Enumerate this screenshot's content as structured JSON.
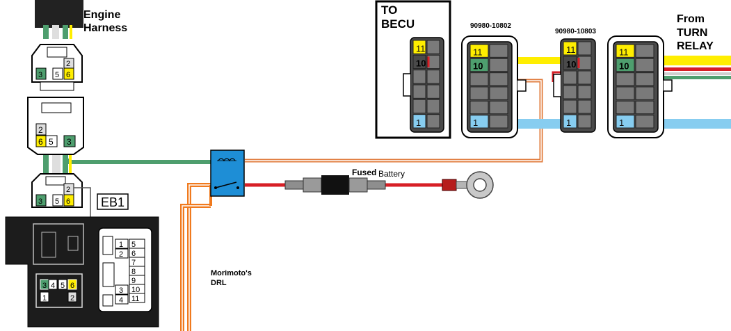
{
  "labels": {
    "engine_harness_line1": "Engine",
    "engine_harness_line2": "Harness",
    "to_becu_line1": "TO",
    "to_becu_line2": "BECU",
    "part_a": "90980-10802",
    "part_b": "90980-10803",
    "from_turn_line1": "From",
    "from_turn_line2": "TURN",
    "from_turn_line3": "RELAY",
    "fused": "Fused",
    "battery": "Battery",
    "eb1": "EB1",
    "drl_line1": "Morimoto's",
    "drl_line2": "DRL"
  },
  "pins": {
    "eh_top": [
      "3",
      "5",
      "2",
      "6"
    ],
    "white": [
      "2",
      "6",
      "5",
      "3"
    ],
    "eh_bottom": [
      "3",
      "5",
      "2",
      "6"
    ],
    "eb1_small": [
      "3",
      "4",
      "5",
      "6",
      "1",
      "2"
    ],
    "eb1_big_left": [
      "1",
      "2",
      "3",
      "4"
    ],
    "eb1_big_right": [
      "5",
      "6",
      "7",
      "8",
      "9",
      "10",
      "11"
    ],
    "becu": [
      "11",
      "10",
      "1"
    ],
    "conn_a": [
      "11",
      "10",
      "1"
    ],
    "conn_b": [
      "11",
      "10",
      "1"
    ],
    "conn_c": [
      "11",
      "10",
      "1"
    ]
  },
  "colors": {
    "green": "#4e9e6e",
    "orange": "#f07a1e",
    "red": "#d71f26",
    "yellow": "#ffee00",
    "light_blue": "#87cdf0",
    "relay": "#1e8ed6",
    "dark_connector": "#4a4a4a",
    "black_panel": "#1c1c1c"
  },
  "icons": {
    "relay": "relay-icon",
    "fuse": "inline-fuse-icon",
    "ring_terminal": "ring-terminal-icon"
  }
}
